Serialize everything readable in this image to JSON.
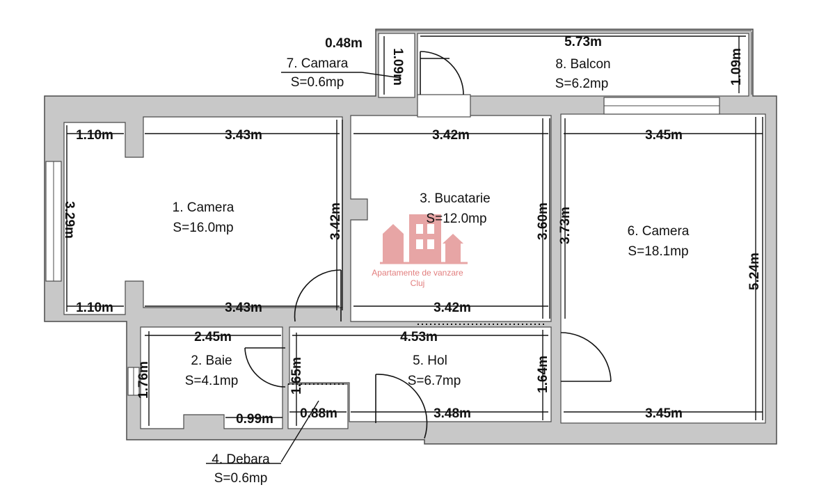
{
  "rooms": [
    {
      "id": "camera1",
      "name": "1. Camera",
      "area": "S=16.0mp"
    },
    {
      "id": "baie",
      "name": "2. Baie",
      "area": "S=4.1mp"
    },
    {
      "id": "bucatarie",
      "name": "3. Bucatarie",
      "area": "S=12.0mp"
    },
    {
      "id": "debara",
      "name": "4. Debara",
      "area": "S=0.6mp"
    },
    {
      "id": "hol",
      "name": "5. Hol",
      "area": "S=6.7mp"
    },
    {
      "id": "camera6",
      "name": "6. Camera",
      "area": "S=18.1mp"
    },
    {
      "id": "camara",
      "name": "7. Camara",
      "area": "S=0.6mp"
    },
    {
      "id": "balcon",
      "name": "8. Balcon",
      "area": "S=6.2mp"
    }
  ],
  "dimensions": {
    "camara_width": "0.48m",
    "camara_height": "1.09m",
    "balcon_width": "5.73m",
    "balcon_height": "1.09m",
    "camera1_wall_top_left": "1.10m",
    "camera1_width_top": "3.43m",
    "camera1_height_left": "3.29m",
    "camera1_height_right": "3.42m",
    "camera1_wall_bottom_left": "1.10m",
    "camera1_width_bottom": "3.43m",
    "bucatarie_width_top": "3.42m",
    "bucatarie_height": "3.60m",
    "bucatarie_width_bottom": "3.42m",
    "camera6_width_top": "3.45m",
    "camera6_height_left": "3.73m",
    "camera6_height_right": "5.24m",
    "camera6_width_bottom": "3.45m",
    "baie_width": "2.45m",
    "baie_height": "1.76m",
    "baie_bottom_segment": "0.99m",
    "debara_width": "0.88m",
    "debara_height": "1.65m",
    "hol_length": "4.53m",
    "hol_bottom": "3.48m",
    "hol_height": "1.64m"
  },
  "watermark": {
    "line1": "Apartamente de vanzare",
    "line2": "Cluj"
  },
  "colors": {
    "wall": "#c8c8c8",
    "watermark": "#e7a5a5"
  }
}
